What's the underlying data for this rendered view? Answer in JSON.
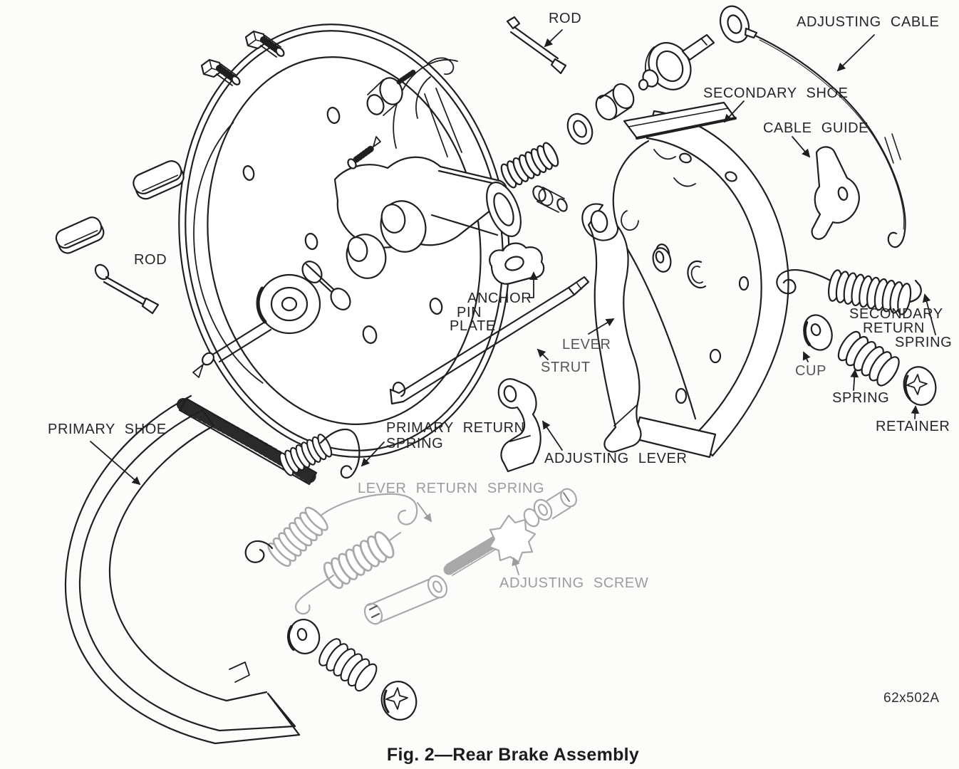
{
  "figure": {
    "caption": "Fig. 2—Rear Brake Assembly",
    "part_code": "62x502A"
  },
  "colors": {
    "ink": "#1f1f1f",
    "gray_part": "#a8a8a8",
    "gray_text": "#9c9c9c",
    "paper": "#fcfcfa"
  },
  "labels": {
    "rod_top": "ROD",
    "adjusting_cable": "ADJUSTING CABLE",
    "secondary_shoe": "SECONDARY SHOE",
    "cable_guide": "CABLE GUIDE",
    "rod_left": "ROD",
    "anchor_pin_plate": {
      "line1": "ANCHOR",
      "line2": "PIN",
      "line3": "PLATE"
    },
    "lever": "LEVER",
    "strut": "STRUT",
    "adjusting_lever": "ADJUSTING LEVER",
    "secondary_return_spring": {
      "line1": "SECONDARY",
      "line2": "RETURN",
      "line3": "SPRING"
    },
    "cup": "CUP",
    "spring": "SPRING",
    "retainer": "RETAINER",
    "primary_shoe": "PRIMARY SHOE",
    "primary_return_spring": {
      "line1": "PRIMARY RETURN",
      "line2": "SPRING"
    },
    "lever_return_spring": "LEVER RETURN SPRING",
    "adjusting_screw": "ADJUSTING SCREW"
  }
}
